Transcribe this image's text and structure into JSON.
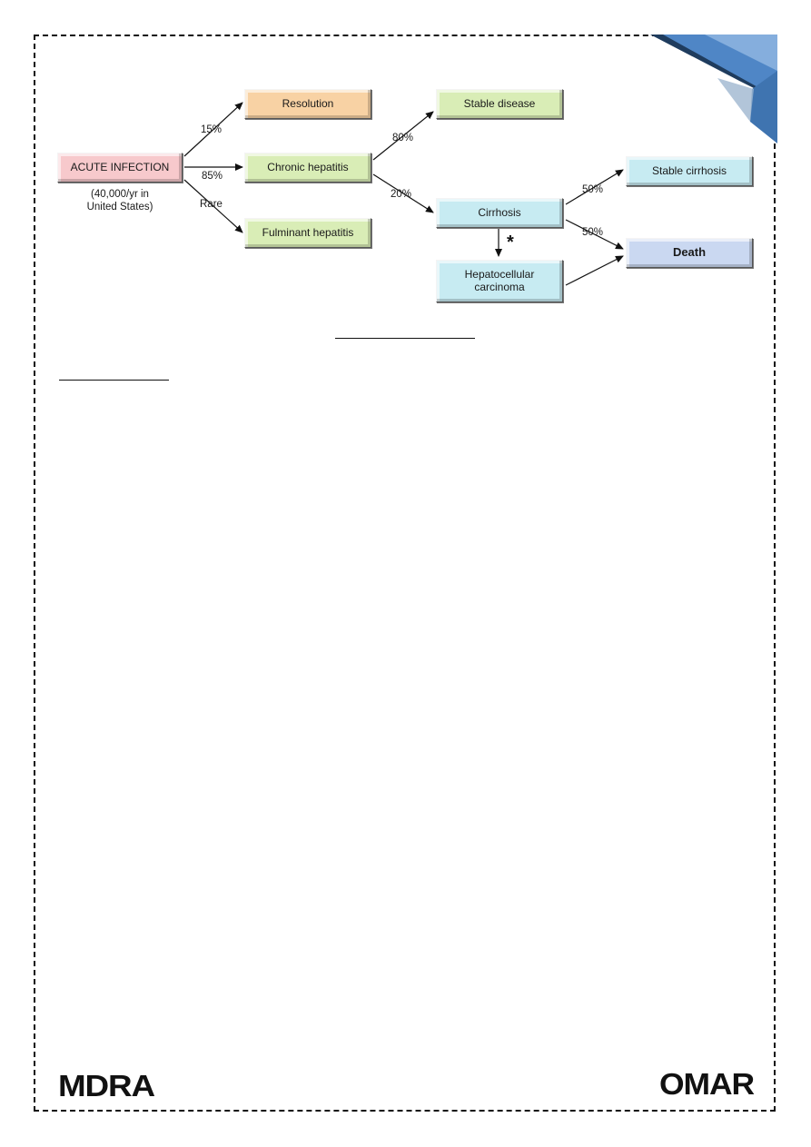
{
  "diagram": {
    "nodes": {
      "acute": "ACUTE INFECTION",
      "acute_note_line1": "(40,000/yr in",
      "acute_note_line2": "United States)",
      "resolution": "Resolution",
      "chronic": "Chronic hepatitis",
      "fulminant": "Fulminant  hepatitis",
      "stable_disease": "Stable disease",
      "cirrhosis": "Cirrhosis",
      "hcc_line1": "Hepatocellular",
      "hcc_line2": "carcinoma",
      "stable_cirrhosis": "Stable cirrhosis",
      "death": "Death"
    },
    "edge_labels": {
      "to_resolution": "15%",
      "to_chronic": "85%",
      "to_fulminant": "Rare",
      "to_stable_disease": "80%",
      "to_cirrhosis": "20%",
      "to_stable_cirrhosis": "50%",
      "to_death": "50%",
      "to_hcc": "*"
    },
    "colors": {
      "pink": "#f7c9cc",
      "orange": "#f8d2a4",
      "green": "#d9edb6",
      "cyan": "#c7ebf2",
      "lavender": "#cad8f1",
      "corner_blue": "#4f86c6"
    }
  },
  "footer": {
    "logo_left": "MDRA",
    "logo_right": "OMAR"
  }
}
